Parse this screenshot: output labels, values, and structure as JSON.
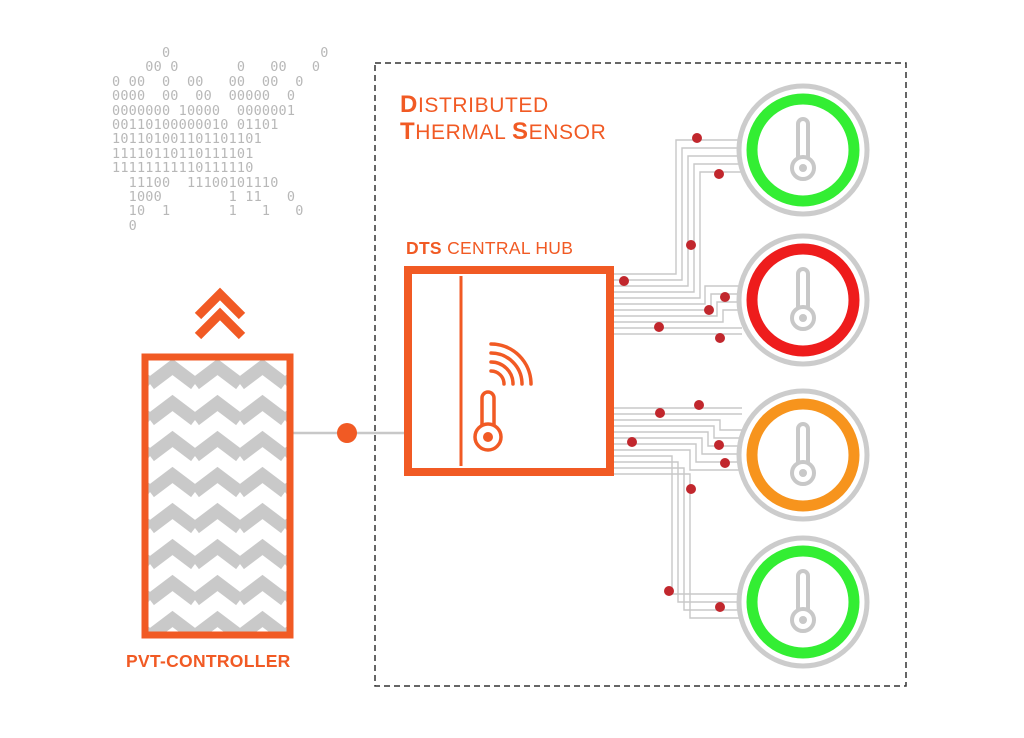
{
  "binary_art": "      0                  0\n    00 0       0   00   0\n0 00  0  00   00  00  0\n0000  00  00  00000  0\n0000000 10000  0000001\n00110100000010 01101\n101101001101101101\n11110110110111101\n11111111110111110\n  11100  11100101110\n  1000        1 11   0\n  10  1       1   1   0\n  0",
  "title": {
    "line1_cap": "D",
    "line1_rest": "ISTRIBUTED",
    "line2_cap1": "T",
    "line2_rest1": "HERMAL ",
    "line2_cap2": "S",
    "line2_rest2": "ENSOR"
  },
  "hub": {
    "label_bold": "DTS",
    "label_rest": " CENTRAL HUB"
  },
  "controller": {
    "label": "PVT-CONTROLLER"
  },
  "sensors": [
    {
      "status_color": "#33ee33",
      "icon": "thermometer-icon"
    },
    {
      "status_color": "#ee1c1c",
      "icon": "thermometer-icon"
    },
    {
      "status_color": "#f7941d",
      "icon": "thermometer-icon"
    },
    {
      "status_color": "#33ee33",
      "icon": "thermometer-icon"
    }
  ],
  "colors": {
    "accent": "#f15a24",
    "wire": "#c8c8c8",
    "node": "#c1272d",
    "ring": "#cccccc"
  },
  "icons": [
    "binary-data-icon",
    "double-chevron-up-icon",
    "wireless-signal-icon",
    "thermometer-icon"
  ]
}
